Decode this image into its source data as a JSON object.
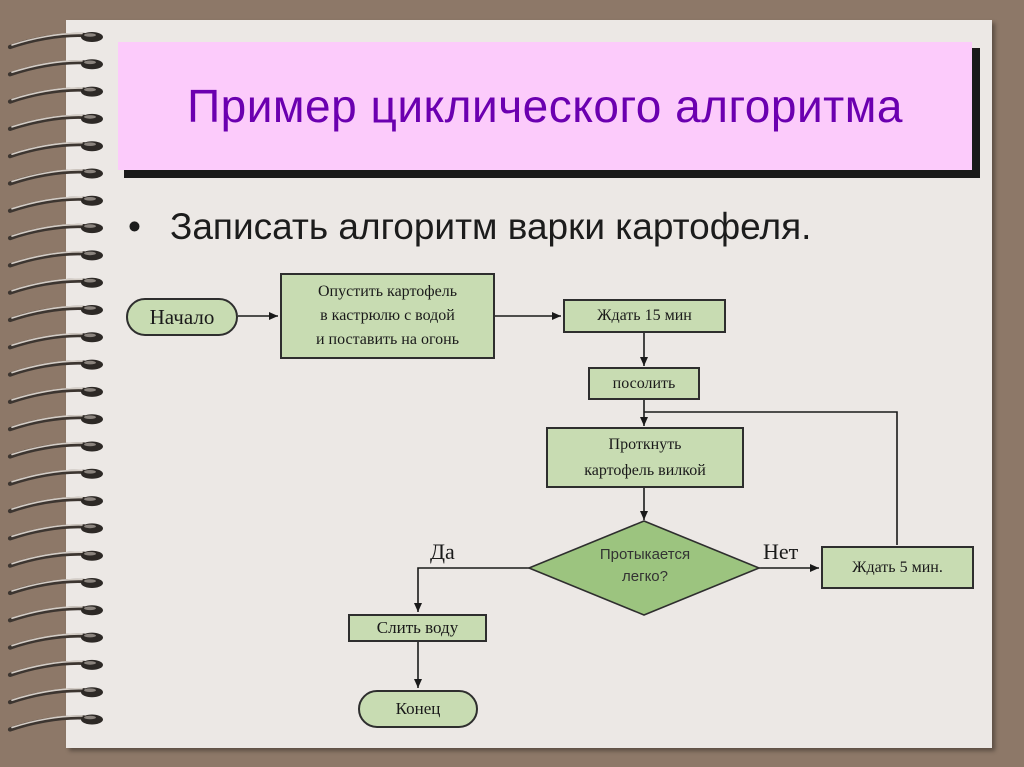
{
  "slide": {
    "title": "Пример циклического алгоритма",
    "bullet": "Записать алгоритм варки картофеля."
  },
  "flowchart": {
    "start": "Начало",
    "step1": [
      "Опустить картофель",
      "в кастрюлю с водой",
      "и поставить на огонь"
    ],
    "wait15": "Ждать 15 мин",
    "salt": "посолить",
    "pierce": [
      "Проткнуть",
      "картофель вилкой"
    ],
    "decision": [
      "Протыкается",
      "легко?"
    ],
    "yes_label": "Да",
    "no_label": "Нет",
    "wait5": "Ждать 5 мин.",
    "drain": "Слить воду",
    "end": "Конец"
  },
  "colors": {
    "frame": "#8d7868",
    "paper": "#ece8e5",
    "title_bg": "#fccbfb",
    "title_text": "#6b00b0",
    "node_fill": "#c8dcb2",
    "decision_fill": "#9cc47f"
  },
  "icons": {
    "binding": "spiral-binding-icon"
  }
}
